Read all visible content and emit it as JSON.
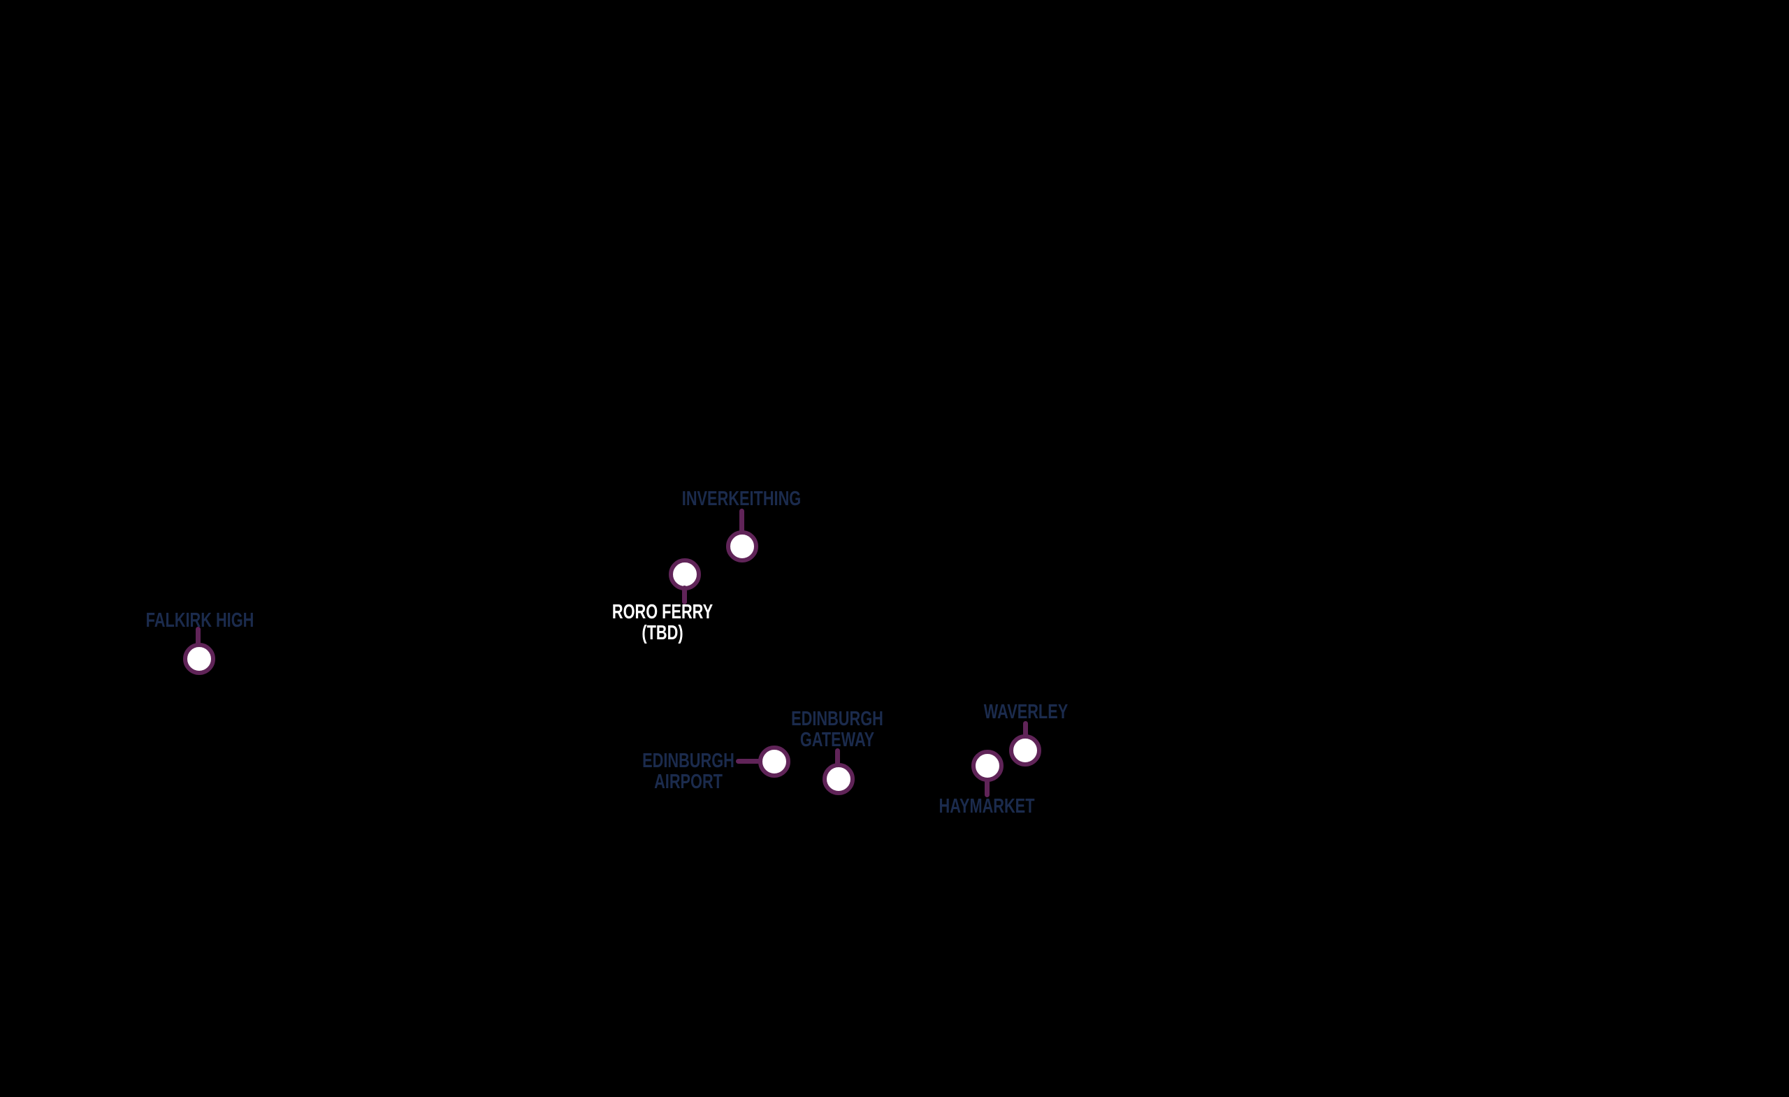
{
  "map": {
    "background_color": "#000000",
    "marker_ring_color": "#602458",
    "marker_fill_color": "#ffffff",
    "label_color": "#1b2b4d",
    "light_label_color": "#ffffff",
    "stations": [
      {
        "id": "falkirk-high",
        "lines": [
          "FALKIRK HIGH"
        ],
        "label_position": "above"
      },
      {
        "id": "roro-ferry-tbd",
        "lines": [
          "RORO FERRY",
          "(TBD)"
        ],
        "label_position": "below"
      },
      {
        "id": "inverkeithing",
        "lines": [
          "INVERKEITHING"
        ],
        "label_position": "above"
      },
      {
        "id": "edinburgh-airport",
        "lines": [
          "EDINBURGH",
          "AIRPORT"
        ],
        "label_position": "left"
      },
      {
        "id": "edinburgh-gateway",
        "lines": [
          "EDINBURGH",
          "GATEWAY"
        ],
        "label_position": "above"
      },
      {
        "id": "waverley",
        "lines": [
          "WAVERLEY"
        ],
        "label_position": "above"
      },
      {
        "id": "haymarket",
        "lines": [
          "HAYMARKET"
        ],
        "label_position": "below"
      }
    ]
  }
}
